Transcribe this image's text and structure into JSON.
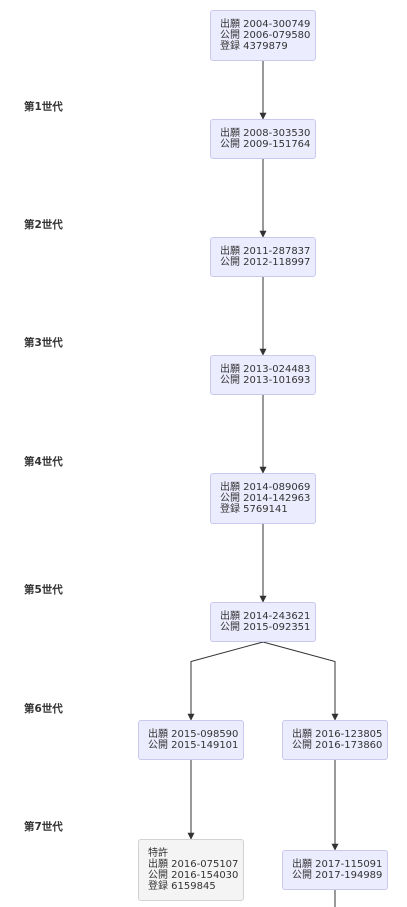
{
  "diagram": {
    "generation_labels": [
      "第1世代",
      "第2世代",
      "第3世代",
      "第4世代",
      "第5世代",
      "第6世代",
      "第7世代"
    ],
    "nodes": {
      "n1": {
        "lines": [
          "出願 2004-300749",
          "公開 2006-079580",
          "登録 4379879"
        ],
        "granted": false
      },
      "n2": {
        "lines": [
          "出願 2008-303530",
          "公開 2009-151764"
        ],
        "granted": false
      },
      "n3": {
        "lines": [
          "出願 2011-287837",
          "公開 2012-118997"
        ],
        "granted": false
      },
      "n4": {
        "lines": [
          "出願 2013-024483",
          "公開 2013-101693"
        ],
        "granted": false
      },
      "n5": {
        "lines": [
          "出願 2014-089069",
          "公開 2014-142963",
          "登録 5769141"
        ],
        "granted": false
      },
      "n6": {
        "lines": [
          "出願 2014-243621",
          "公開 2015-092351"
        ],
        "granted": false
      },
      "n7l": {
        "lines": [
          "出願 2015-098590",
          "公開 2015-149101"
        ],
        "granted": false
      },
      "n7r": {
        "lines": [
          "出願 2016-123805",
          "公開 2016-173860"
        ],
        "granted": false
      },
      "n8l": {
        "lines": [
          "特許",
          "出願 2016-075107",
          "公開 2016-154030",
          "登録 6159845"
        ],
        "granted": true
      },
      "n8r": {
        "lines": [
          "出願 2017-115091",
          "公開 2017-194989"
        ],
        "granted": false
      }
    },
    "edges": [
      [
        "n1",
        "n2"
      ],
      [
        "n2",
        "n3"
      ],
      [
        "n3",
        "n4"
      ],
      [
        "n4",
        "n5"
      ],
      [
        "n5",
        "n6"
      ],
      [
        "n6",
        "n7l"
      ],
      [
        "n6",
        "n7r"
      ],
      [
        "n7l",
        "n8l"
      ],
      [
        "n7r",
        "n8r"
      ]
    ],
    "colors": {
      "node_fill": "#ececff",
      "node_border": "#c9c9ef",
      "granted_fill": "#f4f4f4",
      "granted_border": "#d2d2d2",
      "edge": "#333333"
    }
  }
}
